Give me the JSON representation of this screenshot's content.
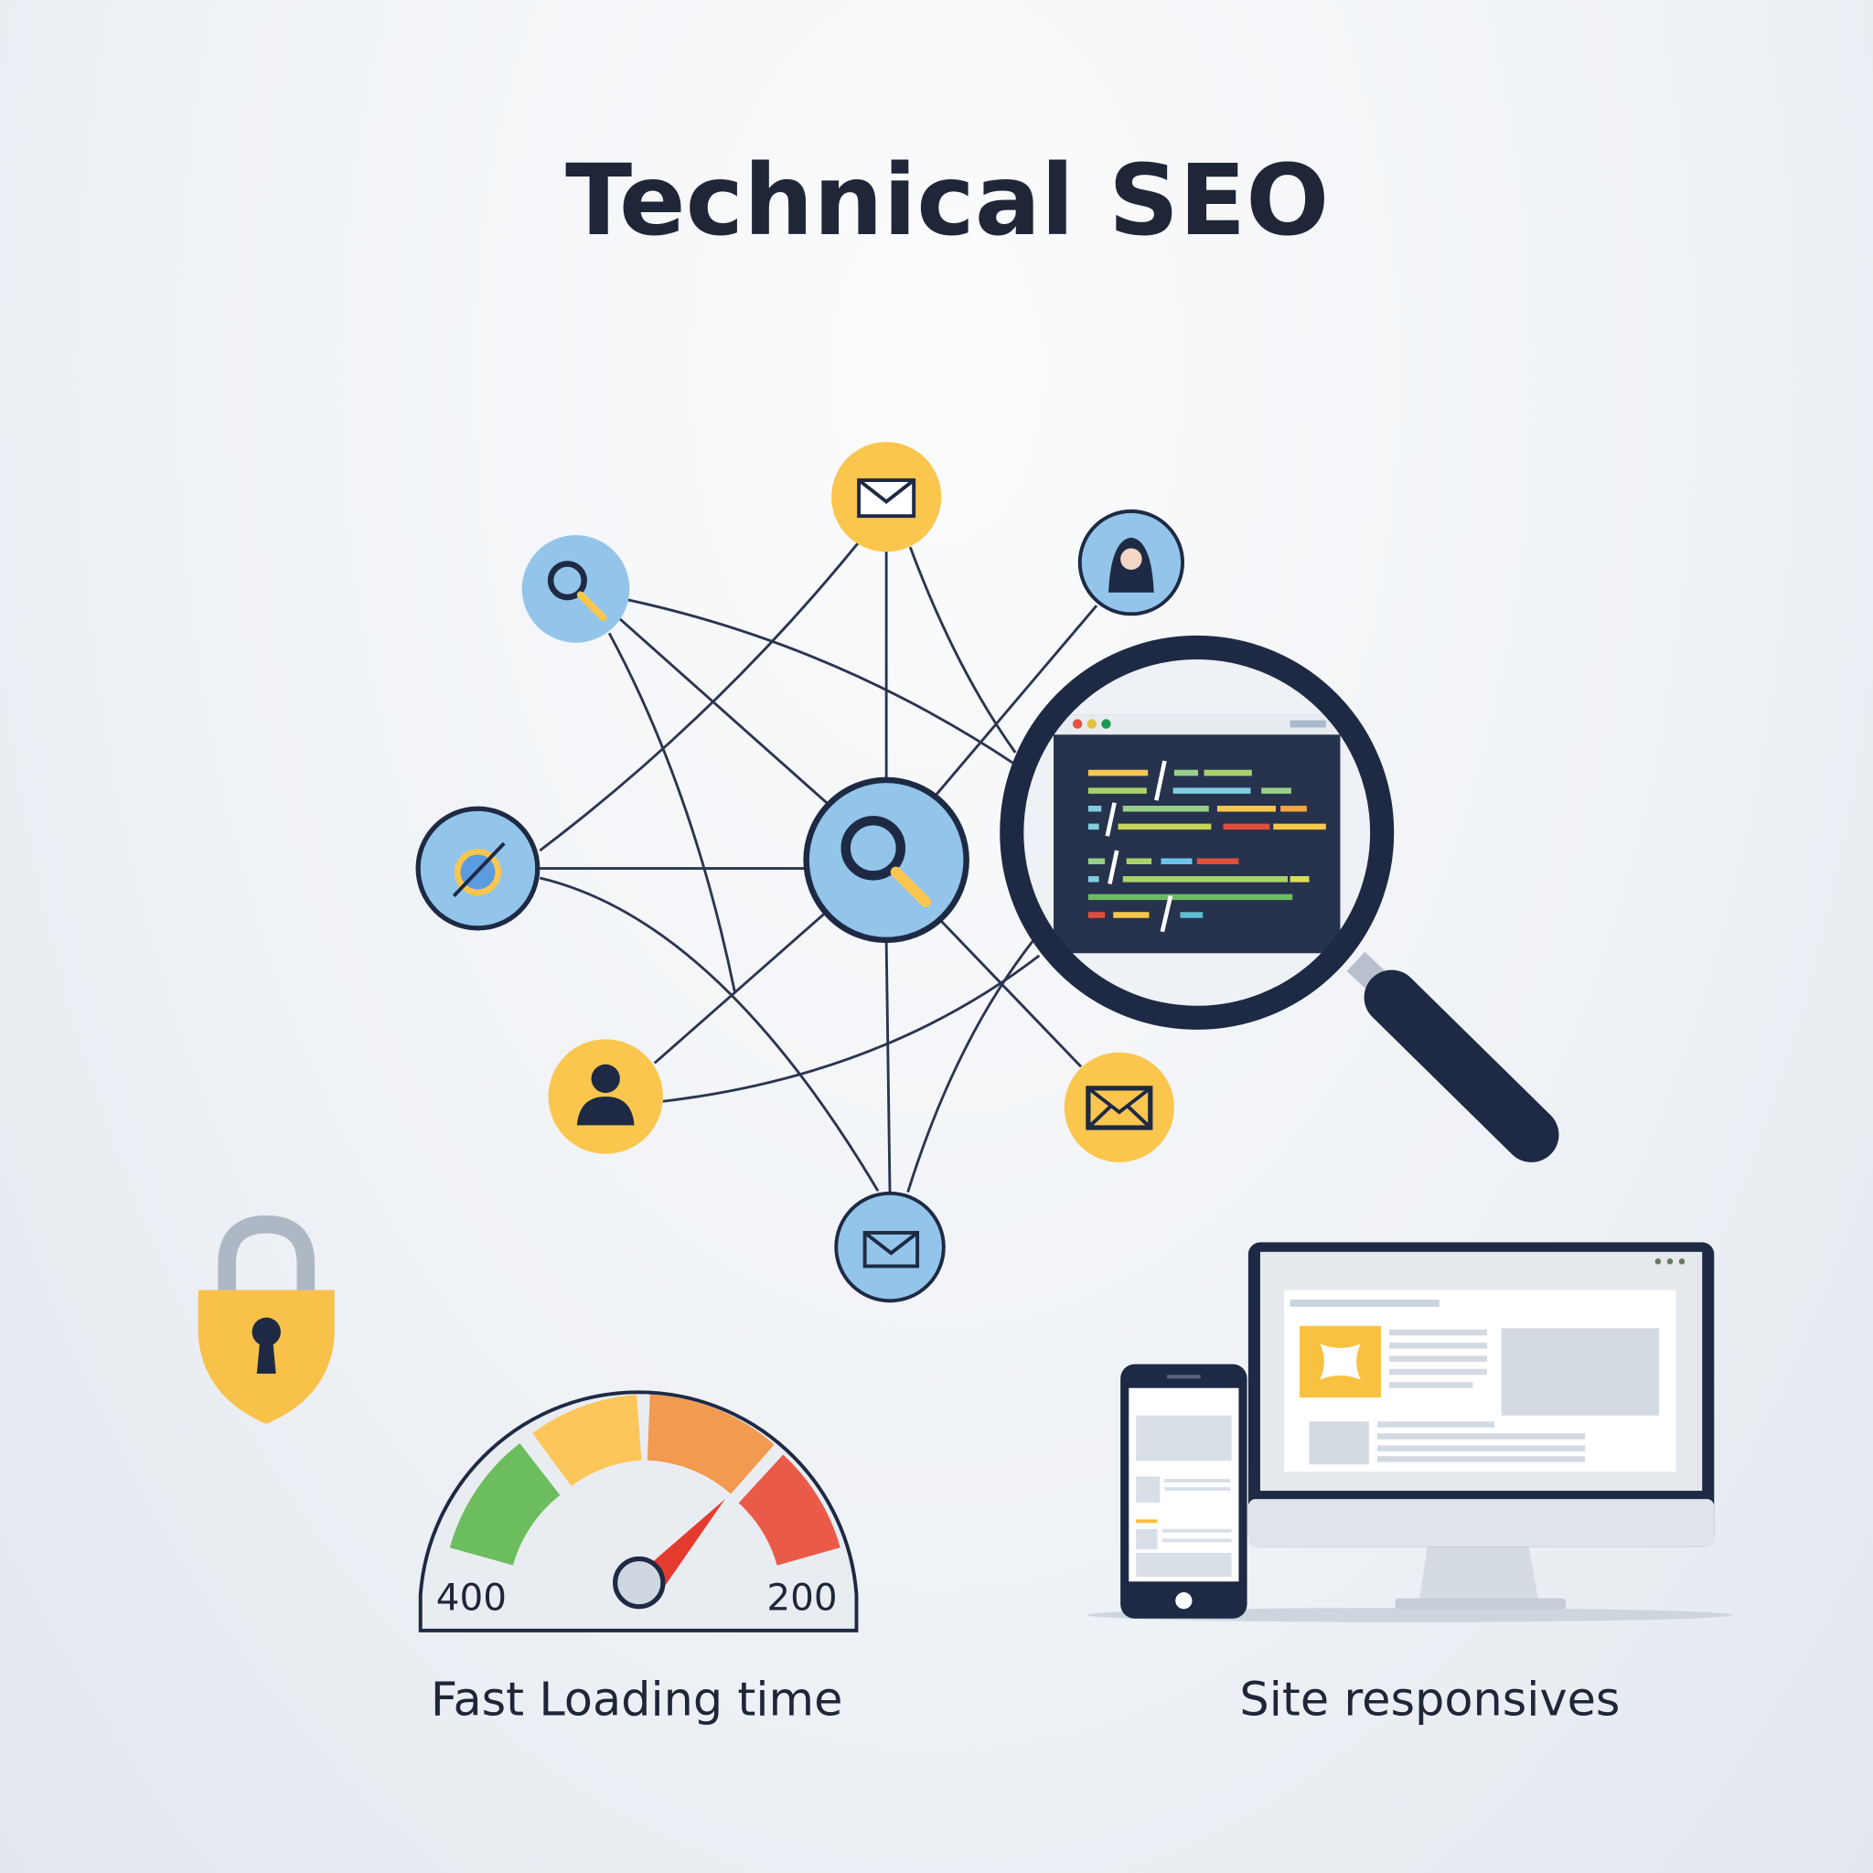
{
  "title": "Technical SEO",
  "gauge": {
    "min_label": "400",
    "max_label": "200",
    "caption": "Fast Loading time"
  },
  "devices": {
    "caption": "Site responsives"
  },
  "colors": {
    "dark": "#1e2a44",
    "yellow": "#fbc64e",
    "blue": "#93c5ea",
    "green": "#6cbd5e",
    "orange": "#f29a4f",
    "red": "#ea5a48"
  },
  "icons": [
    "email-icon",
    "search-icon",
    "person-icon",
    "target-icon",
    "user-icon",
    "lock-icon",
    "gauge-icon",
    "magnifier-icon",
    "code-window-icon",
    "monitor-icon",
    "phone-icon"
  ]
}
